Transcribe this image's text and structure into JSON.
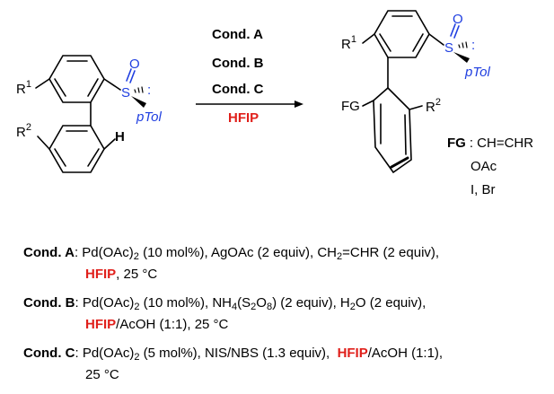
{
  "reactant": {
    "r1": "R",
    "r1_sup": "1",
    "r2": "R",
    "r2_sup": "2",
    "h": "H",
    "s": "S",
    "o": "O",
    "lp": ":",
    "ptol": "pTol"
  },
  "arrow": {
    "cond_a": "Cond. A",
    "cond_b": "Cond. B",
    "cond_c": "Cond. C",
    "hfip": "HFIP"
  },
  "product": {
    "r1": "R",
    "r1_sup": "1",
    "r2": "R",
    "r2_sup": "2",
    "fg": "FG",
    "s": "S",
    "o": "O",
    "lp": ":",
    "ptol": "pTol",
    "fg_label": "FG",
    "fg_values": [
      ": CH=CHR",
      "OAc",
      "I, Br"
    ]
  },
  "conditions": [
    {
      "label": "Cond. A",
      "line1": [
        ": Pd(OAc)",
        "2",
        " (10 mol%), AgOAc (2 equiv), CH",
        "2",
        "=CHR (2 equiv),"
      ],
      "line2_hfip": "HFIP",
      "line2_rest": ", 25 °C"
    },
    {
      "label": "Cond. B",
      "line1": [
        ": Pd(OAc)",
        "2",
        " (10 mol%), NH",
        "4",
        "(S",
        "2",
        "O",
        "8",
        ") (2 equiv), H",
        "2",
        "O (2 equiv),"
      ],
      "line2_hfip": "HFIP",
      "line2_rest": "/AcOH (1:1), 25 °C"
    },
    {
      "label": "Cond. C",
      "line1": [
        ": Pd(OAc)",
        "2",
        " (5 mol%), NIS/NBS (1.3 equiv),  "
      ],
      "line1_hfip": "HFIP",
      "line1_rest": "/AcOH (1:1),",
      "line2": "25 °C"
    }
  ],
  "colors": {
    "accent_red": "#e0201b",
    "blue": "#1f3ee0",
    "line": "#000000"
  }
}
